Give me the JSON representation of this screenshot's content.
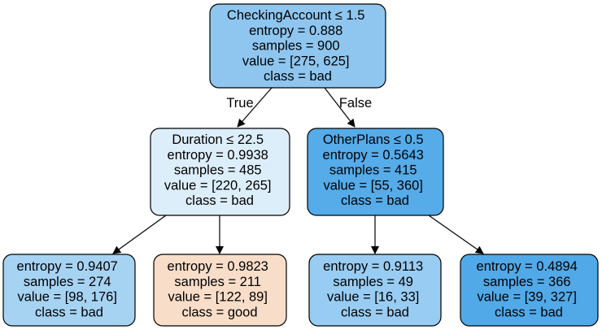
{
  "edge_labels": {
    "true": "True",
    "false": "False"
  },
  "nodes": {
    "root": {
      "lines": [
        "CheckingAccount ≤ 1.5",
        "entropy = 0.888",
        "samples = 900",
        "value = [275, 625]",
        "class = bad"
      ],
      "fill": "#8ec6f0"
    },
    "left": {
      "lines": [
        "Duration ≤ 22.5",
        "entropy = 0.9938",
        "samples = 485",
        "value = [220, 265]",
        "class = bad"
      ],
      "fill": "#ddeefb"
    },
    "right": {
      "lines": [
        "OtherPlans ≤ 0.5",
        "entropy = 0.5643",
        "samples = 415",
        "value = [55, 360]",
        "class = bad"
      ],
      "fill": "#56abe9"
    },
    "ll": {
      "lines": [
        "entropy = 0.9407",
        "samples = 274",
        "value = [98, 176]",
        "class = bad"
      ],
      "fill": "#a7d3f3"
    },
    "lr": {
      "lines": [
        "entropy = 0.9823",
        "samples = 211",
        "value = [122, 89]",
        "class = good"
      ],
      "fill": "#f8ddc9"
    },
    "rl": {
      "lines": [
        "entropy = 0.9113",
        "samples = 49",
        "value = [16, 33]",
        "class = bad"
      ],
      "fill": "#99ccf2"
    },
    "rr": {
      "lines": [
        "entropy = 0.4894",
        "samples = 366",
        "value = [39, 327]",
        "class = bad"
      ],
      "fill": "#51a9e8"
    }
  }
}
